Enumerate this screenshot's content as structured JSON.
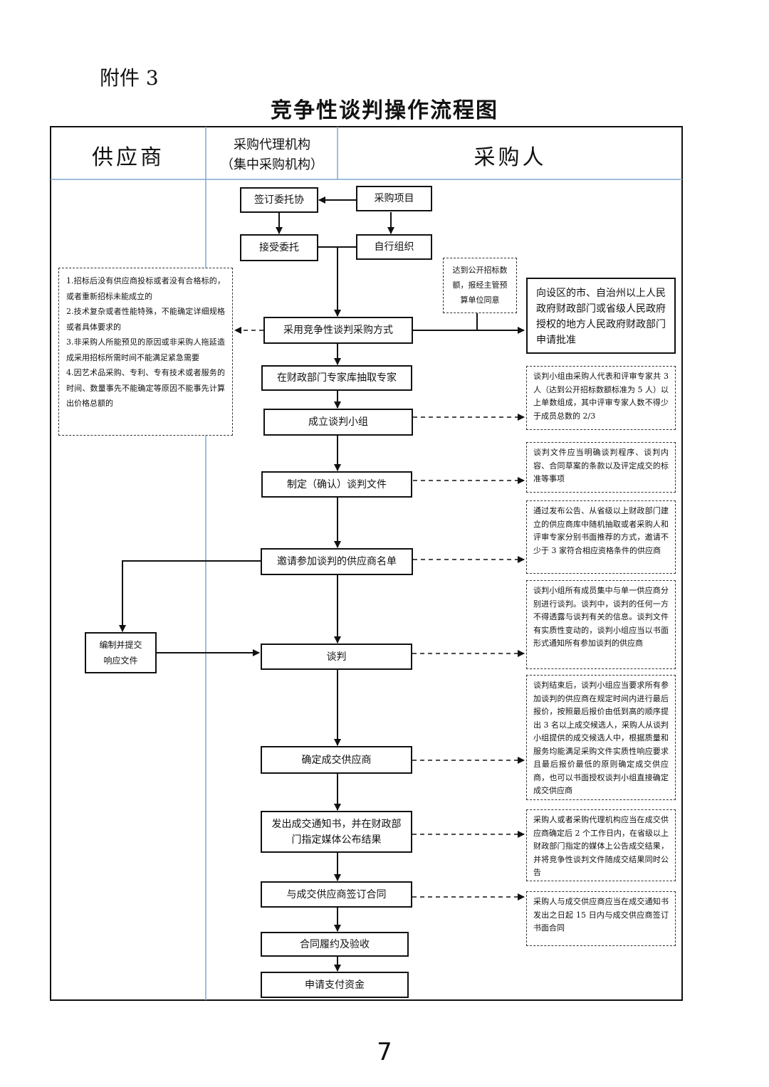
{
  "attachment_label": "附件 3",
  "title": "竞争性谈判操作流程图",
  "page_number": "7",
  "lanes": {
    "supplier": "供应商",
    "agency_line1": "采购代理机构",
    "agency_line2": "（集中采购机构）",
    "buyer": "采购人"
  },
  "steps": {
    "sign_entrust": "签订委托协",
    "purchase_project": "采购项目",
    "accept_entrust": "接受委托",
    "self_organize": "自行组织",
    "adopt_method": "采用竞争性谈判采购方式",
    "draw_experts": "在财政部门专家库抽取专家",
    "form_team": "成立谈判小组",
    "make_docs": "制定（确认）谈判文件",
    "invite_suppliers": "邀请参加谈判的供应商名单",
    "prepare_response_l1": "编制并提交",
    "prepare_response_l2": "响应文件",
    "negotiate": "谈判",
    "confirm_supplier": "确定成交供应商",
    "issue_notice_l1": "发出成交通知书，并在财政部",
    "issue_notice_l2": "门指定媒体公布结果",
    "sign_contract": "与成交供应商签订合同",
    "perform_accept": "合同履约及验收",
    "apply_payment": "申请支付资金"
  },
  "notes": {
    "conditions": [
      "1.招标后没有供应商投标或者没有合格标的，或者重新招标未能成立的",
      "2.技术复杂或者性能特殊，不能确定详细规格或者具体要求的",
      "3.非采购人所能预见的原因或非采购人拖延造成采用招标所需时间不能满足紧急需要",
      "4.因艺术品采购、专利、专有技术或者服务的时间、数量事先不能确定等原因不能事先计算出价格总额的"
    ],
    "threshold": "达到公开招标数额，报经主管预算单位同意",
    "approval": "向设区的市、自治州以上人民政府财政部门或省级人民政府授权的地方人民政府财政部门申请批准",
    "team": "谈判小组由采购人代表和评审专家共 3 人（达到公开招标数额标准为 5 人）以上单数组成，其中评审专家人数不得少于成员总数的 2/3",
    "docs": "谈判文件应当明确谈判程序、谈判内容、合同草案的条款以及评定成交的标准等事项",
    "invite": "通过发布公告、从省级以上财政部门建立的供应商库中随机抽取或者采购人和评审专家分别书面推荐的方式，邀请不少于 3 家符合相应资格条件的供应商",
    "negotiate": "谈判小组所有成员集中与单一供应商分别进行谈判。谈判中，谈判的任何一方不得透露与谈判有关的信息。谈判文件有实质性变动的，谈判小组应当以书面形式通知所有参加谈判的供应商",
    "confirm": "谈判结束后，谈判小组应当要求所有参加谈判的供应商在规定时间内进行最后报价，按照最后报价由低到高的顺序提出 3 名以上成交候选人，采购人从谈判小组提供的成交候选人中，根据质量和服务均能满足采购文件实质性响应要求且最后报价最低的原则确定成交供应商，也可以书面授权谈判小组直接确定成交供应商",
    "announce": "采购人或者采购代理机构应当在成交供应商确定后 2 个工作日内，在省级以上财政部门指定的媒体上公告成交结果，并将竞争性谈判文件随成交结果同时公告",
    "contract": "采购人与成交供应商应当在成交通知书发出之日起 15 日内与成交供应商签订书面合同"
  },
  "colors": {
    "lane_divider": "#7da7cf",
    "ink": "#111111"
  }
}
